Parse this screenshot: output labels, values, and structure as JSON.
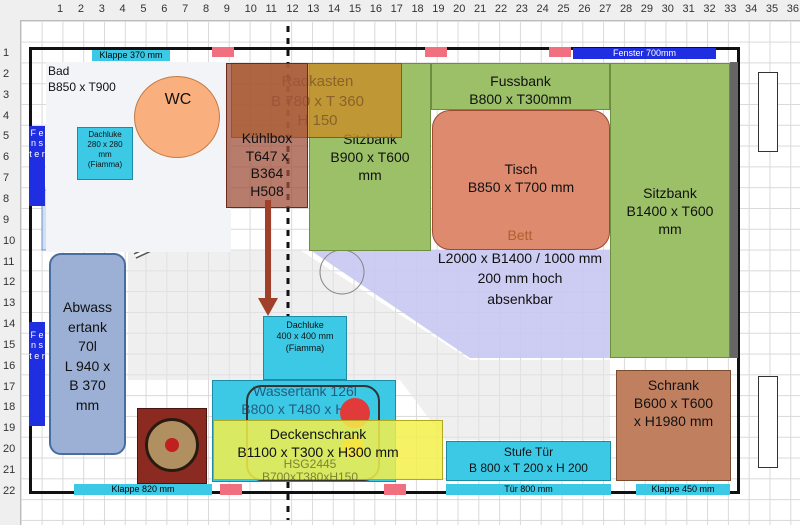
{
  "ruler_top": [
    "1",
    "2",
    "3",
    "4",
    "5",
    "6",
    "7",
    "8",
    "9",
    "10",
    "11",
    "12",
    "13",
    "14",
    "15",
    "16",
    "17",
    "18",
    "19",
    "20",
    "21",
    "22",
    "23",
    "24",
    "25",
    "26",
    "27",
    "28",
    "29",
    "30",
    "31",
    "32",
    "33",
    "34",
    "35",
    "36"
  ],
  "ruler_left": [
    "1",
    "2",
    "3",
    "4",
    "5",
    "6",
    "7",
    "8",
    "9",
    "10",
    "11",
    "12",
    "13",
    "14",
    "15",
    "16",
    "17",
    "18",
    "19",
    "20",
    "21",
    "22"
  ],
  "labels": {
    "klappe_370": "Klappe 370 mm",
    "fenster_700": "Fenster 700mm",
    "bad": "Bad\nB850 x T900",
    "wc": "WC",
    "dachluke_280": "Dachluke\n280 x 280\nmm\n(Fiamma)",
    "fenster_left_top": "F e n s t e r",
    "radkasten": "Radkasten\nB 780 x T 360\nH 150",
    "kuehlbox": "Kühlbox\nT647 x\nB364\nH508",
    "sitzbank_900": "Sitzbank\nB900 x T600\nmm",
    "fussbank": "Fussbank\nB800 x T300mm",
    "tisch": "Tisch\nB850 x T700 mm",
    "sitzbank_1400": "Sitzbank\nB1400 x T600\nmm",
    "bett_title": "Bett",
    "bett_dims": "L2000 x B1400 / 1000 mm\n200 mm hoch\nabsenkbar",
    "abwasser": "Abwass\nertank\n70l\nL 940 x\nB 370\nmm",
    "fenster_left_bottom": "F e n s t e r",
    "dachluke_400": "Dachluke\n400 x 400 mm\n(Fiamma)",
    "wassertank": "Wassertank 126l\nB800 x T480 x H300",
    "schrank": "Schrank\nB600 x T600\nx H1980 mm",
    "deckenschrank": "Deckenschrank\nB1100 x T300 x H300 mm",
    "hsg": "HSG2445\nB700xT380xH150",
    "stufe": "Stufe Tür\nB 800 x T 200 x H 200",
    "klappe_820": "Klappe 820 mm",
    "tuer_800": "Tür 800 mm",
    "klappe_450": "Klappe 450 mm"
  },
  "colors": {
    "cyan": "#3cc9e6",
    "blue": "#1f2ee0",
    "green": "#9cc068",
    "salmon": "#de8a6f",
    "orange_wc": "#f9b07e",
    "lavender": "#c8c8f2",
    "yellow": "#f5f04a",
    "brown": "#c08060",
    "steelblue": "#9bb0d4",
    "darkred": "#8b2a20"
  }
}
